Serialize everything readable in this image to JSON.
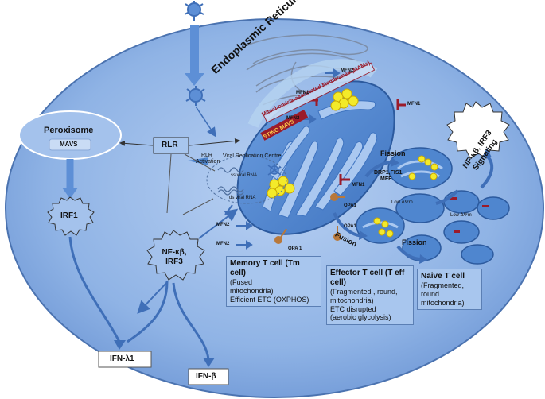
{
  "labels": {
    "endoplasmic_reticulum": "Endoplasmic Reticulum",
    "mams": "Mitochondria-associated Membranes (MAMs)",
    "sting_mavs": "STING MAVS",
    "peroxisome": "Peroxisome",
    "peroxisome_mavs": "MAVS",
    "rlr": "RLR",
    "rlr_activation": "RLR Activation",
    "viral_replication_centre": "Viral Replication Centre",
    "ss_viral_rna": "ss viral RNA",
    "ds_viral_rna": "ds viral RNA",
    "irf1": "IRF1",
    "nfkb_irf3": "NF-κβ, IRF3",
    "nfkb_irf3_signaling": "NF-κβ, IRF3 Signaling",
    "ifn_lambda1": "IFN-λ1",
    "ifn_beta": "IFN-β",
    "fission_top": "Fission",
    "fission_bottom": "Fission",
    "fusion": "Fusion",
    "drp1": "DRP1,FIS1,",
    "mff": "MFF",
    "low_delta_psi_1": "Low ΔΨm",
    "low_delta_psi_2": "Low ΔΨm",
    "mfn1_a": "MFN1",
    "mfn1_b": "MFN1",
    "mfn1_c": "MFN1",
    "mfn2_a": "MFN2",
    "mfn2_b": "MFN2",
    "mfn2_c": "MFN2",
    "mfn2_d": "MFN2",
    "opa1_a": "OPA1",
    "opa1_b": "OPA1",
    "opa1_c": "OPA 1"
  },
  "boxes": {
    "memory": {
      "title": "Memory T cell (Tm cell)",
      "lines": [
        "(Fused",
        "mitochondria)",
        "Efficient ETC (OXPHOS)"
      ]
    },
    "effector": {
      "title": "Effector T cell (T eff cell)",
      "lines": [
        "(Fragmented , round,",
        "mitochondria)",
        "ETC disrupted",
        "(aerobic glycolysis)"
      ]
    },
    "naive": {
      "title": "Naive T cell",
      "lines": [
        "(Fragmented,",
        "round",
        "mitochondria)"
      ]
    }
  },
  "colors": {
    "cell_fill": "#8fb3e5",
    "mito_fill": "#4f86cf",
    "cristae": "#aac8f0",
    "yellow": "#f3ea2a",
    "red_inhibit": "#9b1b2a",
    "opa_brown": "#b8783a"
  }
}
